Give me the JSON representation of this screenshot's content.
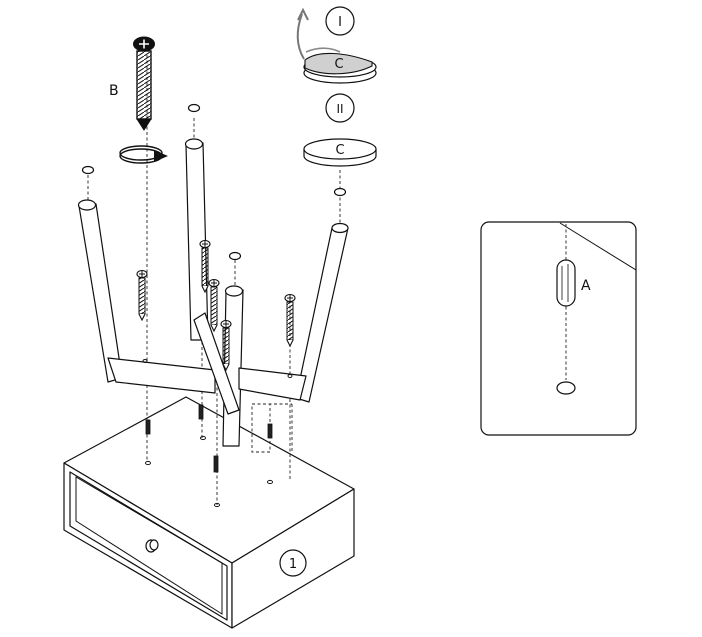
{
  "labels": {
    "screw": "B",
    "pad_top": "C",
    "pad_bottom": "C",
    "dowel": "A",
    "step_one": "I",
    "step_two": "II",
    "assembly_number": "1"
  }
}
